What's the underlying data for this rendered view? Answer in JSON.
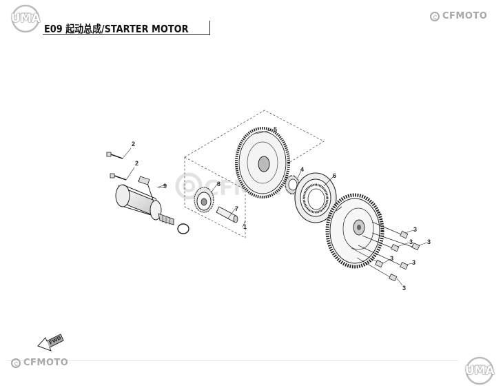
{
  "header": {
    "title": "E09 起动总成/STARTER MOTOR"
  },
  "branding": {
    "uma_logo_text": "UMA",
    "cfmoto_text": "CFMOTO",
    "watermark_text": "CFMOTO"
  },
  "forward_arrow_text": "FWD",
  "callouts": [
    {
      "id": "c2a",
      "label": "2"
    },
    {
      "id": "c2b",
      "label": "2"
    },
    {
      "id": "c9",
      "label": "9"
    },
    {
      "id": "c8",
      "label": "8"
    },
    {
      "id": "c7",
      "label": "7"
    },
    {
      "id": "c1",
      "label": "1"
    },
    {
      "id": "c5",
      "label": "5"
    },
    {
      "id": "c4",
      "label": "4"
    },
    {
      "id": "c6",
      "label": "6"
    },
    {
      "id": "c3a",
      "label": "3"
    },
    {
      "id": "c3b",
      "label": "3"
    },
    {
      "id": "c3c",
      "label": "3"
    },
    {
      "id": "c3d",
      "label": "3"
    },
    {
      "id": "c3e",
      "label": "3"
    },
    {
      "id": "c3f",
      "label": "3"
    }
  ],
  "colors": {
    "line": "#222222",
    "watermark": "#e4e4e4",
    "brand_gray": "#a8a8a8"
  }
}
